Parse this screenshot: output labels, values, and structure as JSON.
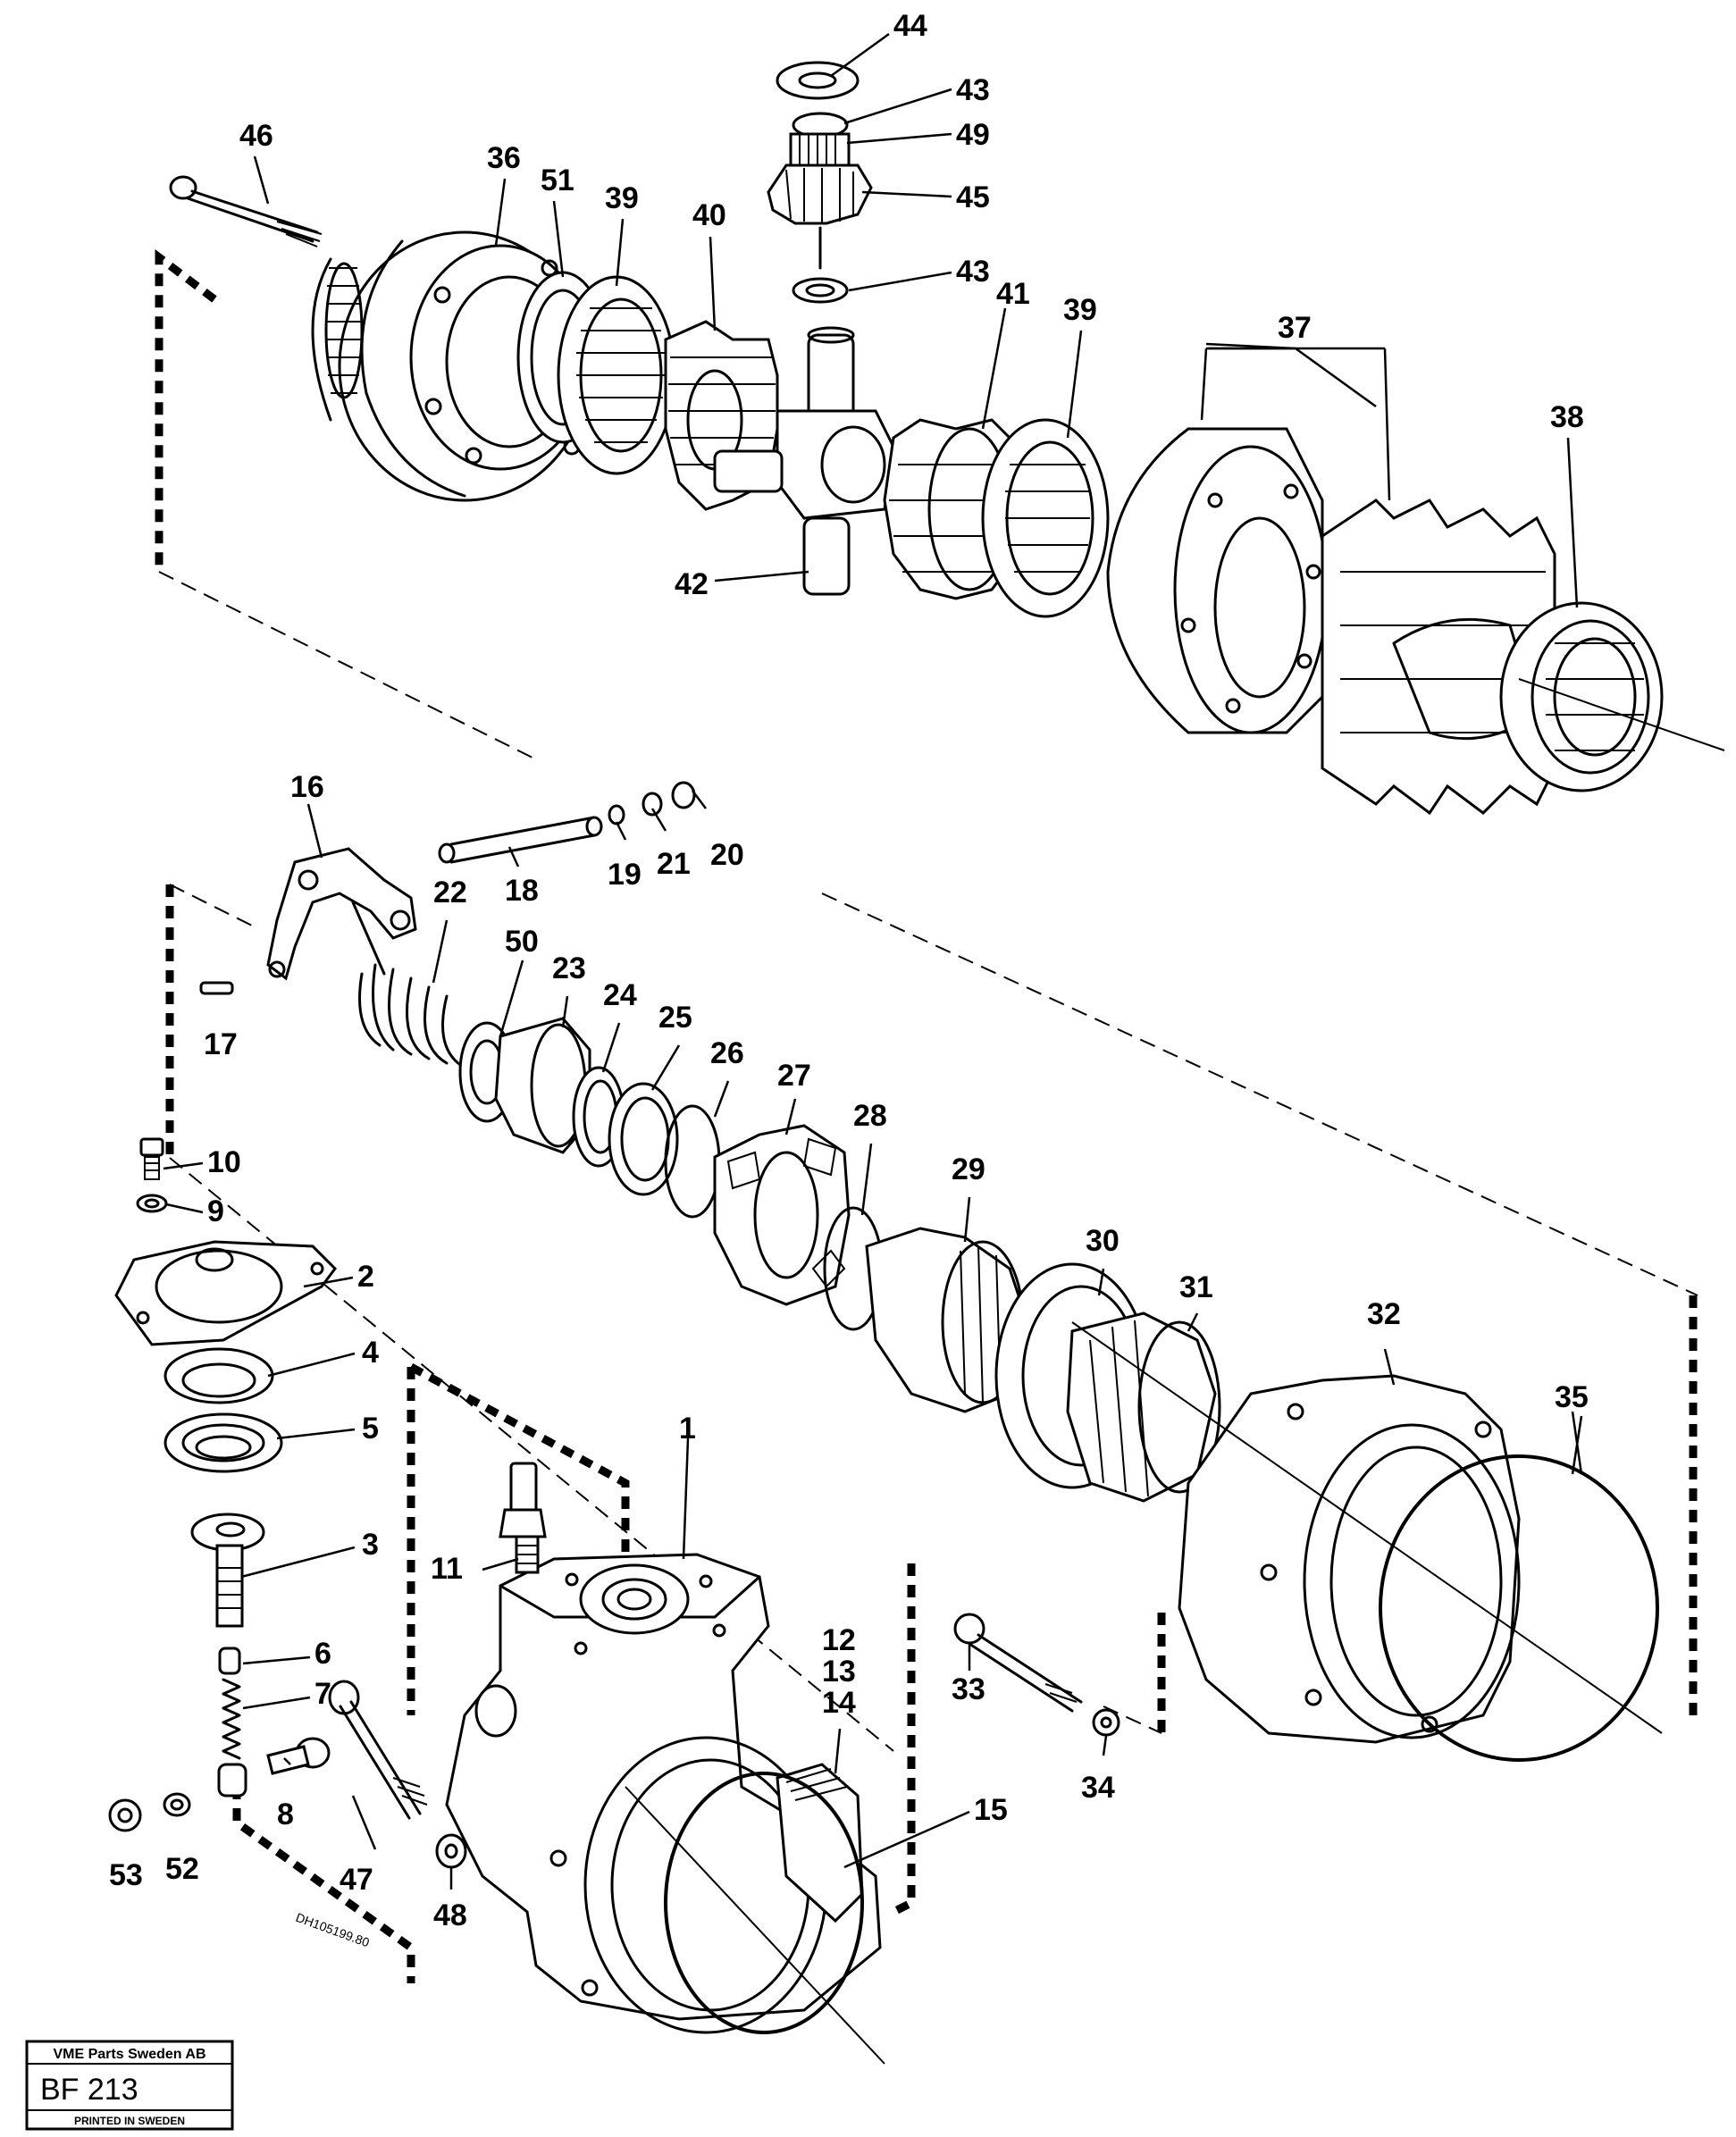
{
  "labels": [
    "1",
    "2",
    "3",
    "4",
    "5",
    "6",
    "7",
    "8",
    "9",
    "10",
    "11",
    "12",
    "13",
    "14",
    "15",
    "16",
    "17",
    "18",
    "19",
    "20",
    "21",
    "22",
    "23",
    "24",
    "25",
    "26",
    "27",
    "28",
    "29",
    "30",
    "31",
    "32",
    "33",
    "34",
    "35",
    "36",
    "37",
    "38",
    "39",
    "39",
    "40",
    "41",
    "42",
    "43",
    "43",
    "44",
    "45",
    "46",
    "47",
    "48",
    "49",
    "50",
    "51",
    "52",
    "53"
  ],
  "stamp": {
    "company": "VME Parts Sweden AB",
    "code": "BF 213",
    "footer": "PRINTED IN SWEDEN"
  },
  "drawing_ref": "DH105199.80"
}
